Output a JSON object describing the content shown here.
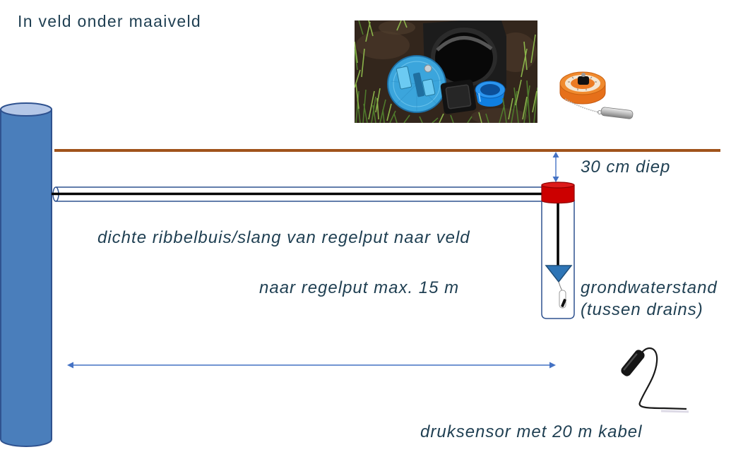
{
  "title": "In veld onder maaiveld",
  "labels": {
    "depth": "30 cm diep",
    "tube": "dichte ribbelbuis/slang van regelput naar veld",
    "distance": "naar regelput max. 15 m",
    "groundwater": "grondwaterstand",
    "groundwater_note": "(tussen drains)",
    "sensor": "druksensor met 20 m kabel"
  },
  "colors": {
    "text": "#1f3f52",
    "ground_line": "#a0531b",
    "pipe_fill": "#4a7ebb",
    "pipe_outline": "#2f528f",
    "cap": "#cc0000",
    "water_level": "#2e75b6",
    "arrow": "#4472c4"
  },
  "icons": {
    "water_level": "inverted-triangle-water-level-icon",
    "photo_well": "well-lid-photo",
    "photo_tape": "tape-measure-photo",
    "photo_sensor": "pressure-sensor-photo"
  }
}
